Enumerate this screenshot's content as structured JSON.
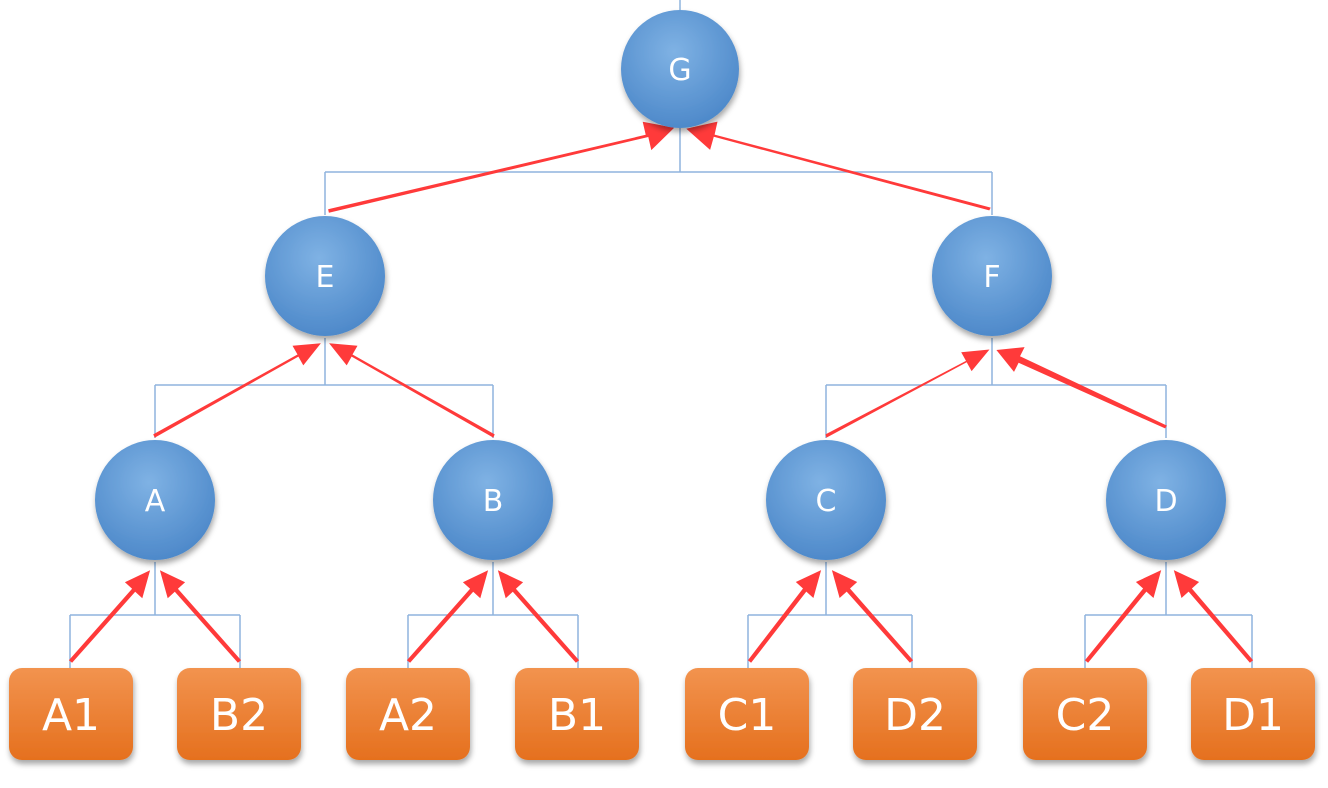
{
  "nodes": {
    "G": {
      "label": "G"
    },
    "E": {
      "label": "E"
    },
    "F": {
      "label": "F"
    },
    "A": {
      "label": "A"
    },
    "B": {
      "label": "B"
    },
    "C": {
      "label": "C"
    },
    "D": {
      "label": "D"
    }
  },
  "leaves": [
    {
      "label": "A1",
      "parent": "A"
    },
    {
      "label": "B2",
      "parent": "A"
    },
    {
      "label": "A2",
      "parent": "B"
    },
    {
      "label": "B1",
      "parent": "B"
    },
    {
      "label": "C1",
      "parent": "C"
    },
    {
      "label": "D2",
      "parent": "C"
    },
    {
      "label": "C2",
      "parent": "D"
    },
    {
      "label": "D1",
      "parent": "D"
    }
  ],
  "edges": [
    [
      "E",
      "G"
    ],
    [
      "F",
      "G"
    ],
    [
      "A",
      "E"
    ],
    [
      "B",
      "E"
    ],
    [
      "C",
      "F"
    ],
    [
      "D",
      "F"
    ],
    [
      "A1",
      "A"
    ],
    [
      "B2",
      "A"
    ],
    [
      "A2",
      "B"
    ],
    [
      "B1",
      "B"
    ],
    [
      "C1",
      "C"
    ],
    [
      "D2",
      "C"
    ],
    [
      "C2",
      "D"
    ],
    [
      "D1",
      "D"
    ]
  ],
  "colors": {
    "circle_node": "#5b9bd5",
    "leaf_node": "#ed7d31",
    "connector": "#8fb4dd",
    "arrow": "#ff3a3a"
  }
}
